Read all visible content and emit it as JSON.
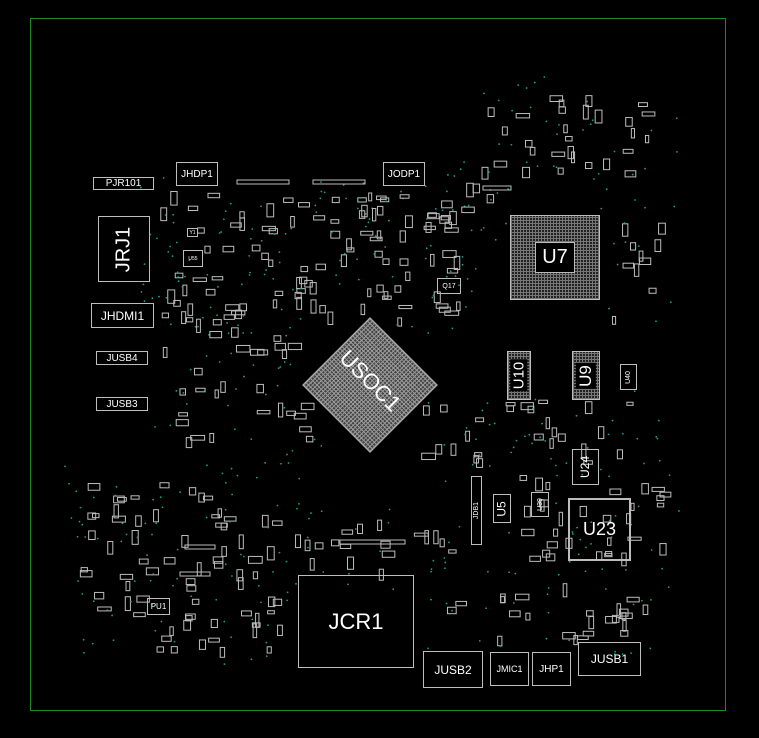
{
  "board": {
    "border_color": "#1f8a1f",
    "outline_color": "#bdbdbd",
    "testpoint_color": "#1aa08a"
  },
  "components": {
    "pjr101": "PJR101",
    "jhdp1": "JHDP1",
    "jodp1": "JODP1",
    "jrj1": "JRJ1",
    "jhdmi1": "JHDMI1",
    "jusb4": "JUSB4",
    "jusb3": "JUSB3",
    "usoc1": "USOC1",
    "u7": "U7",
    "q17": "Q17",
    "u10": "U10",
    "u9": "U9",
    "u40": "U40",
    "u24": "U24",
    "jdb1": "JDB1",
    "u5": "U5",
    "u39": "U39",
    "u23": "U23",
    "jcr1": "JCR1",
    "jusb2": "JUSB2",
    "jmic1": "JMIC1",
    "jhp1": "JHP1",
    "jusb1": "JUSB1",
    "pu1": "PU1",
    "u55": "U55",
    "y1": "Y1"
  }
}
